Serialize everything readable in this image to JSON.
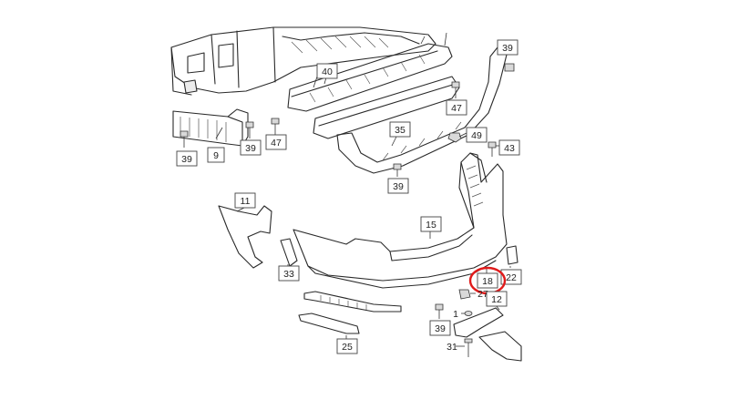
{
  "diagram": {
    "callouts": [
      {
        "id": "c39a",
        "text": "39"
      },
      {
        "id": "c40",
        "text": "40"
      },
      {
        "id": "c47a",
        "text": "47"
      },
      {
        "id": "c39b",
        "text": "39"
      },
      {
        "id": "c47b",
        "text": "47"
      },
      {
        "id": "c9",
        "text": "9"
      },
      {
        "id": "c39c",
        "text": "39"
      },
      {
        "id": "c35",
        "text": "35"
      },
      {
        "id": "c39d",
        "text": "39"
      },
      {
        "id": "c49",
        "text": "49"
      },
      {
        "id": "c43",
        "text": "43"
      },
      {
        "id": "c11",
        "text": "11"
      },
      {
        "id": "c15",
        "text": "15"
      },
      {
        "id": "c33",
        "text": "33"
      },
      {
        "id": "c22",
        "text": "22"
      },
      {
        "id": "c18",
        "text": "18"
      },
      {
        "id": "c27",
        "text": "27"
      },
      {
        "id": "c12",
        "text": "12"
      },
      {
        "id": "c1",
        "text": "1"
      },
      {
        "id": "c39e",
        "text": "39"
      },
      {
        "id": "c25",
        "text": "25"
      },
      {
        "id": "c31",
        "text": "31"
      }
    ],
    "highlighted_callout": "18",
    "highlight_color": "#e01b1b"
  }
}
